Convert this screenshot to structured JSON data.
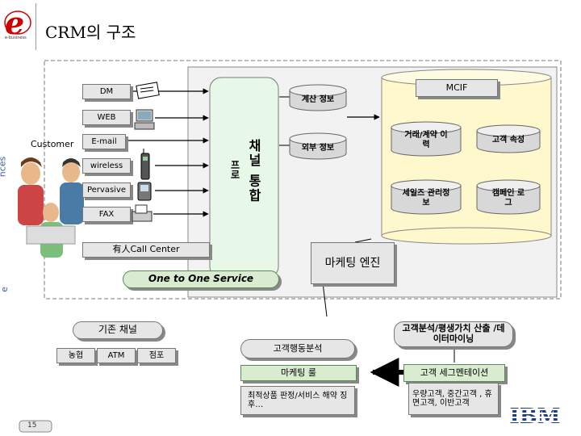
{
  "header": {
    "title": "CRM의 구조",
    "logo_tagline": "e-business"
  },
  "channels": {
    "dm": "DM",
    "web": "WEB",
    "email": "E-mail",
    "wireless": "wireless",
    "pervasive": "Pervasive",
    "fax": "FAX",
    "call_center": "有人Call Center",
    "one_to_one": "One to One Service"
  },
  "customer_label": "Customer",
  "side_text_top": "nces",
  "side_text_bottom": "e",
  "integration_label": "채널 통합",
  "integration_prefix": "프로",
  "mcif": {
    "title": "MCIF",
    "db_billing": "계산 정보",
    "db_external": "외부 정보",
    "db_transaction": "거래/계약 이력",
    "db_attribute": "고객 속성",
    "db_sales": "세일즈 관리정보",
    "db_campaign": "캠페인 로그"
  },
  "marketing_engine": "마케팅 엔진",
  "basic_channel": "기존 채널",
  "basic_channel_items": [
    "농협",
    "ATM",
    "점포"
  ],
  "behavior_analysis": "고객행동분석",
  "customer_analysis": "고객분석/평생가치 산출 /데이터마이닝",
  "marketing_rule": "마케팅 룰",
  "rule_result": "최적상품 판정/서비스 해약 징후…",
  "segmentation": "고객 세그멘테이션",
  "segment_types": "우량고객, 중간고객 , 휴면고객, 이반고객",
  "brand": "IBM",
  "page_number": "15"
}
